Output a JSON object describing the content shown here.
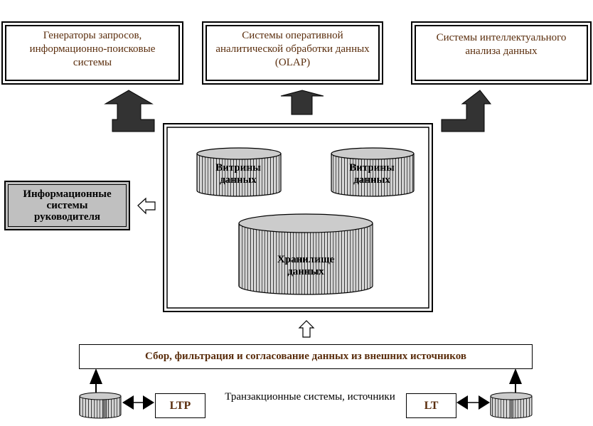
{
  "top_boxes": [
    {
      "text": "Генераторы запросов, информационно-поисковые системы"
    },
    {
      "text": "Системы оперативной аналитической обработки данных (OLAP)"
    },
    {
      "text": "Системы интеллектуального анализа данных"
    }
  ],
  "left_box": {
    "text": "Информационные системы руководителя"
  },
  "datamart_left": {
    "text": "Витрины данных"
  },
  "datamart_right": {
    "text": "Витрины данных"
  },
  "warehouse": {
    "text": "Хранилище данных"
  },
  "collect_bar": {
    "text": "Сбор, фильтрация и согласование данных из внешних источников"
  },
  "ltp": {
    "text": "LTP"
  },
  "lt": {
    "text": "LT"
  },
  "trans": {
    "text": "Транзакционные системы, источники"
  },
  "colors": {
    "dark_arrow": "#333333",
    "cylinder_top": "#cccccc",
    "left_box_fill": "#c0c0c0",
    "top_text": "#5a2d0c",
    "collect_text": "#5a2d0c"
  }
}
